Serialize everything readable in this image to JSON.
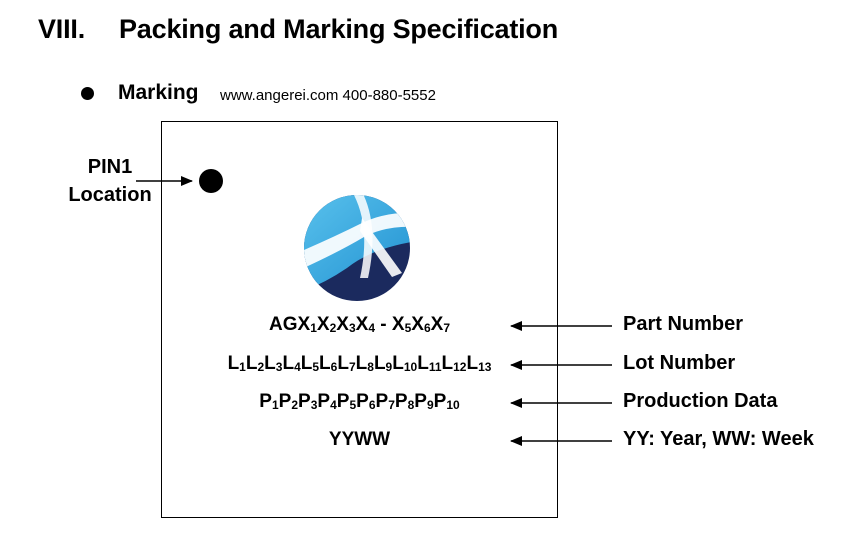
{
  "section": {
    "number": "VIII.",
    "title": "Packing and Marking Specification"
  },
  "marking": {
    "title": "Marking",
    "contact": "www.angerei.com  400-880-5552"
  },
  "pin1": {
    "line1": "PIN1",
    "line2": "Location"
  },
  "logo": {
    "icon": "globe-logo-icon"
  },
  "lines": [
    {
      "segments": [
        [
          "AGX",
          ""
        ],
        [
          "1",
          "s"
        ],
        [
          "X",
          ""
        ],
        [
          "2",
          "s"
        ],
        [
          "X",
          ""
        ],
        [
          "3",
          "s"
        ],
        [
          "X",
          ""
        ],
        [
          "4",
          "s"
        ],
        [
          " - X",
          ""
        ],
        [
          "5",
          "s"
        ],
        [
          "X",
          ""
        ],
        [
          "6",
          "s"
        ],
        [
          "X",
          ""
        ],
        [
          "7",
          "s"
        ]
      ],
      "callout": "Part Number"
    },
    {
      "segments": [
        [
          "L",
          ""
        ],
        [
          "1",
          "s"
        ],
        [
          "L",
          ""
        ],
        [
          "2",
          "s"
        ],
        [
          "L",
          ""
        ],
        [
          "3",
          "s"
        ],
        [
          "L",
          ""
        ],
        [
          "4",
          "s"
        ],
        [
          "L",
          ""
        ],
        [
          "5",
          "s"
        ],
        [
          "L",
          ""
        ],
        [
          "6",
          "s"
        ],
        [
          "L",
          ""
        ],
        [
          "7",
          "s"
        ],
        [
          "L",
          ""
        ],
        [
          "8",
          "s"
        ],
        [
          "L",
          ""
        ],
        [
          "9",
          "s"
        ],
        [
          "L",
          ""
        ],
        [
          "10",
          "s"
        ],
        [
          "L",
          ""
        ],
        [
          "11",
          "s"
        ],
        [
          "L",
          ""
        ],
        [
          "12",
          "s"
        ],
        [
          "L",
          ""
        ],
        [
          "13",
          "s"
        ]
      ],
      "callout": "Lot Number"
    },
    {
      "segments": [
        [
          "P",
          ""
        ],
        [
          "1",
          "s"
        ],
        [
          "P",
          ""
        ],
        [
          "2",
          "s"
        ],
        [
          "P",
          ""
        ],
        [
          "3",
          "s"
        ],
        [
          "P",
          ""
        ],
        [
          "4",
          "s"
        ],
        [
          "P",
          ""
        ],
        [
          "5",
          "s"
        ],
        [
          "P",
          ""
        ],
        [
          "6",
          "s"
        ],
        [
          "P",
          ""
        ],
        [
          "7",
          "s"
        ],
        [
          "P",
          ""
        ],
        [
          "8",
          "s"
        ],
        [
          "P",
          ""
        ],
        [
          "9",
          "s"
        ],
        [
          "P",
          ""
        ],
        [
          "10",
          "s"
        ]
      ],
      "callout": "Production Data"
    },
    {
      "segments": [
        [
          "YYWW",
          ""
        ]
      ],
      "callout": "YY: Year, WW: Week"
    }
  ]
}
